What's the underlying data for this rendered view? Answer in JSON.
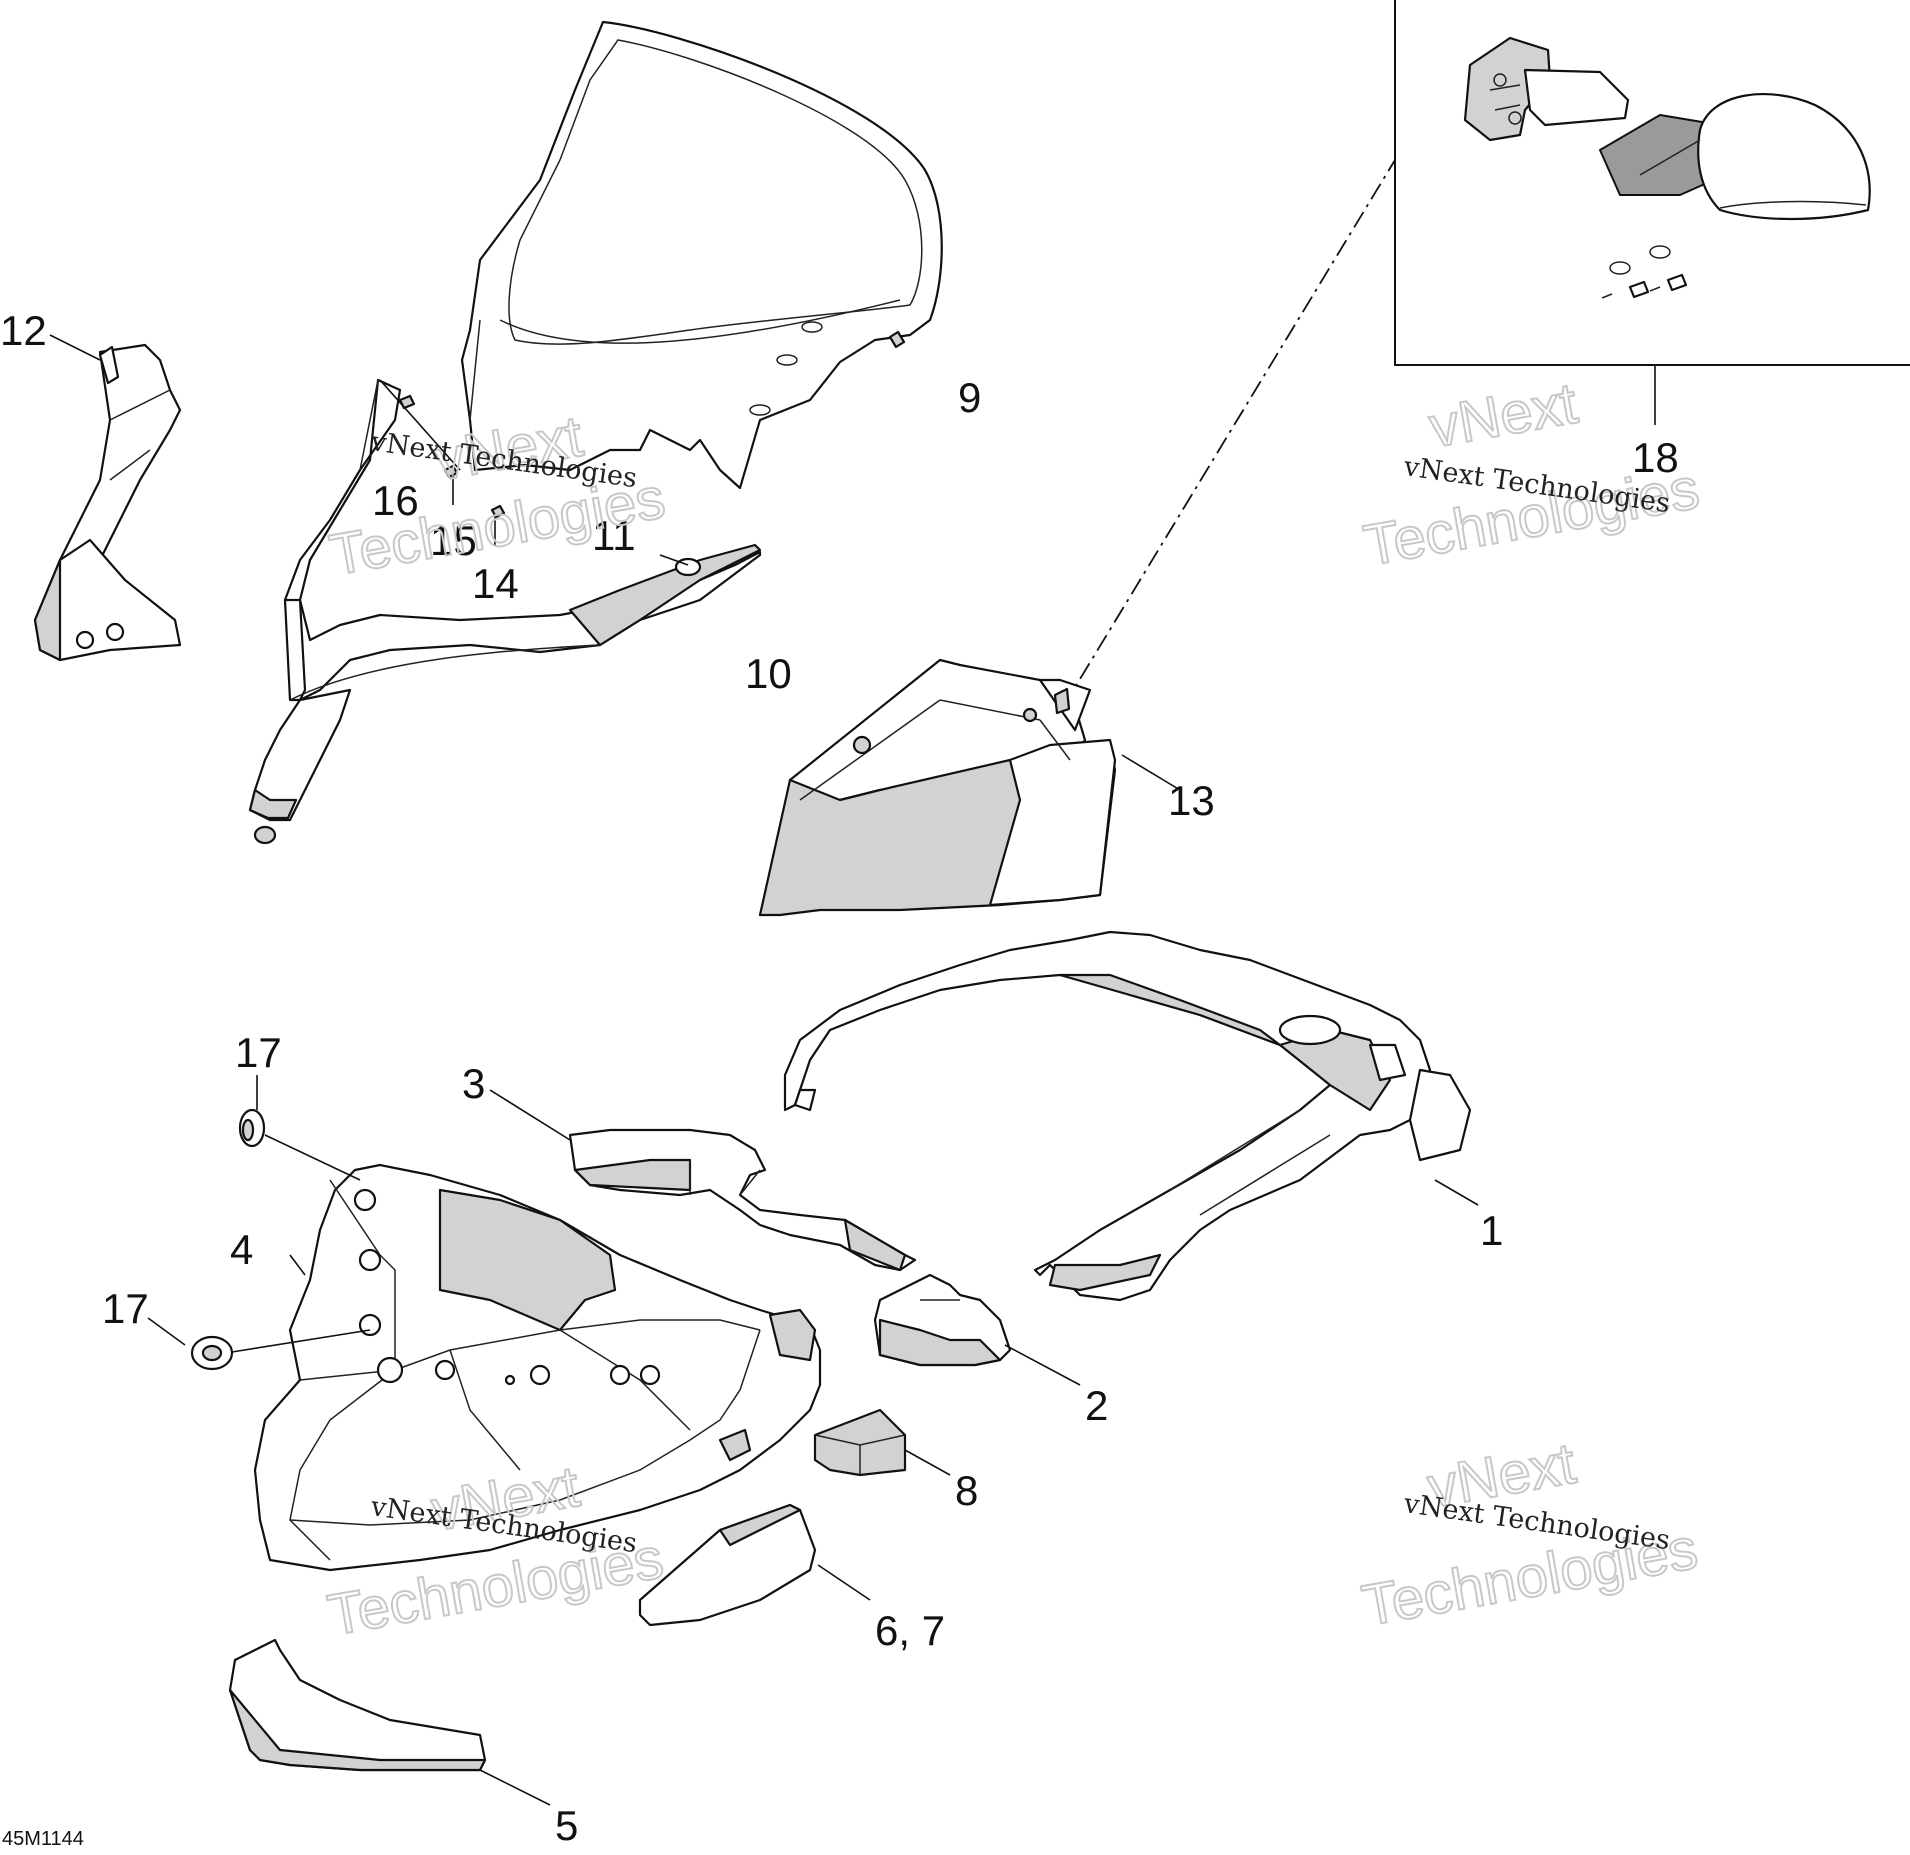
{
  "callouts": {
    "c1": "1",
    "c2": "2",
    "c3": "3",
    "c4": "4",
    "c5": "5",
    "c6_7": "6, 7",
    "c8": "8",
    "c9": "9",
    "c10": "10",
    "c11": "11",
    "c12": "12",
    "c13": "13",
    "c14": "14",
    "c15": "15",
    "c16": "16",
    "c17_top": "17",
    "c17_side": "17",
    "c18": "18"
  },
  "figure_code": "45M1144",
  "watermark": {
    "line_a": "vNext Technologies",
    "line_b1": "vNext",
    "line_b2": "Technologies"
  }
}
